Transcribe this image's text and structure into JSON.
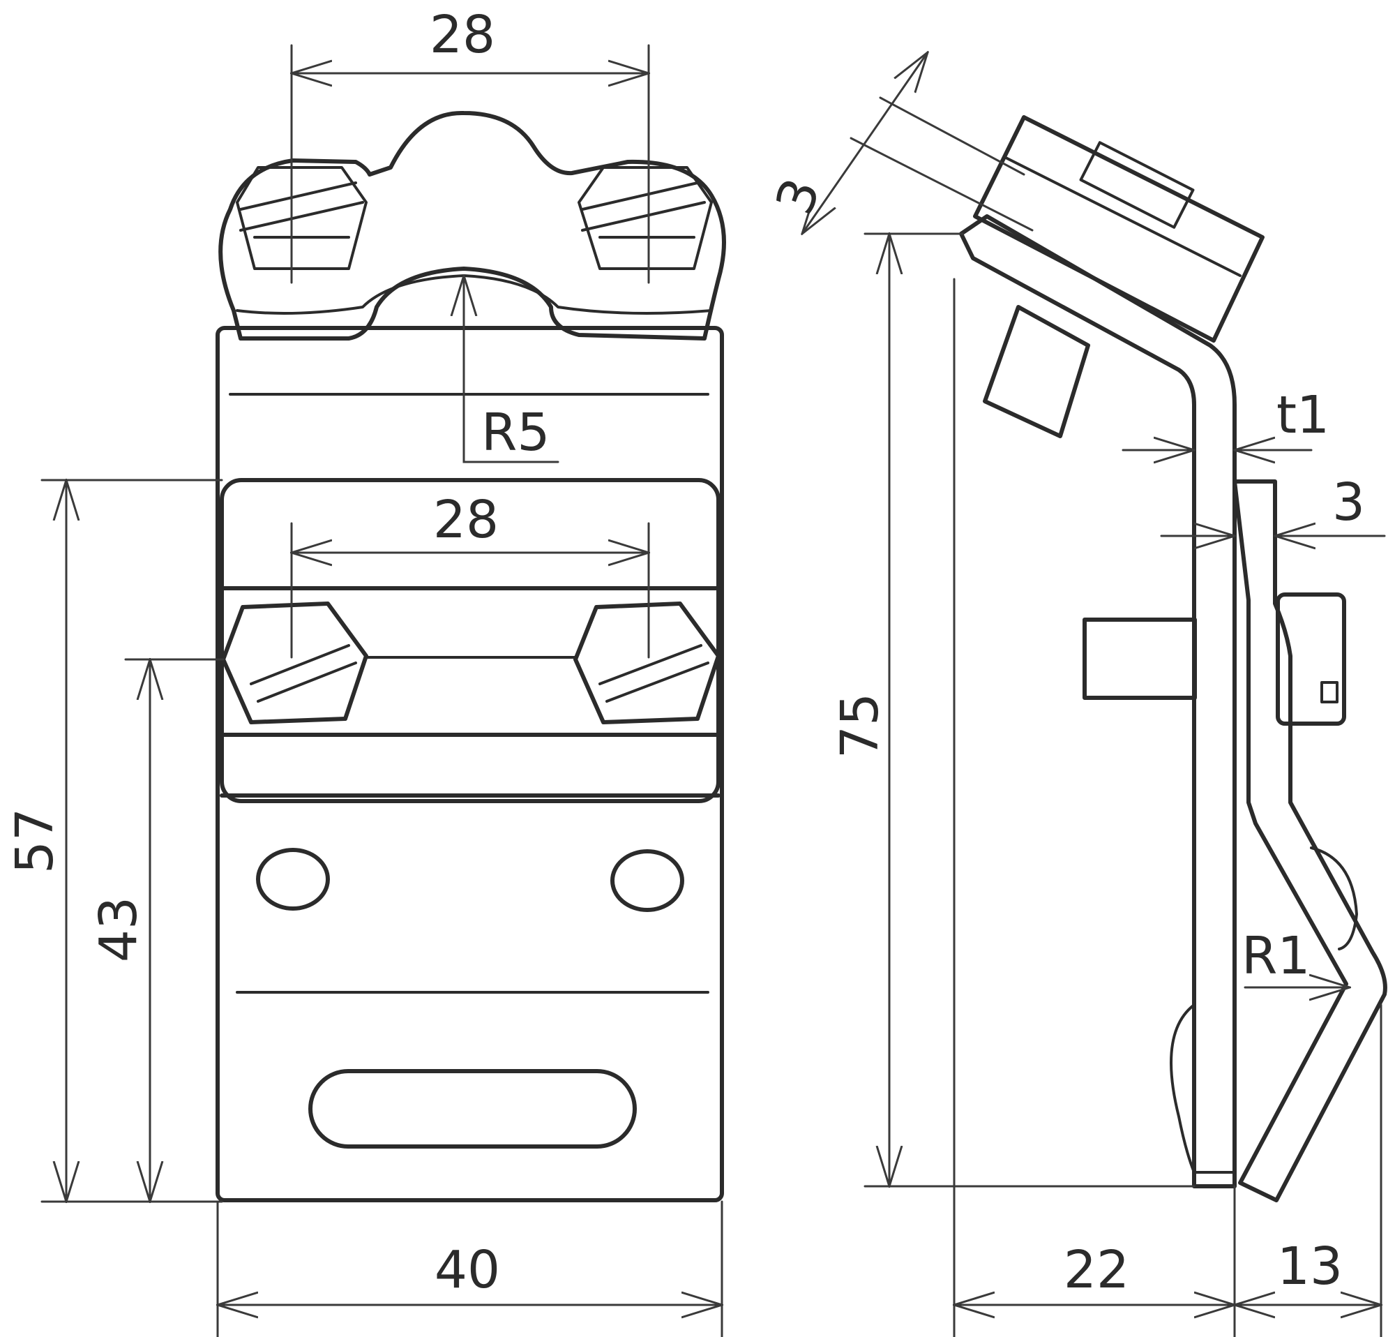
{
  "front_view": {
    "dim_top_width": "28",
    "dim_bolt_spacing": "28",
    "dim_bend_radius": "R5",
    "dim_height_57": "57",
    "dim_height_43": "43",
    "dim_base_width": "40"
  },
  "side_view": {
    "dim_top_thickness": "3",
    "dim_height": "75",
    "dim_plate_thickness": "t1",
    "dim_clamp_thickness": "3",
    "dim_inner_radius": "R1",
    "dim_depth": "22",
    "dim_offset": "13"
  },
  "colors": {
    "line": "#2b2b2b",
    "background": "#ffffff"
  }
}
